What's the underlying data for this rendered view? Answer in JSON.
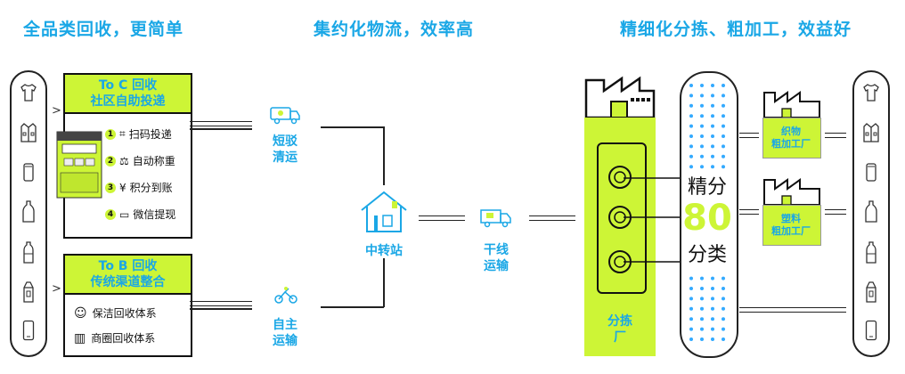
{
  "headers": {
    "left": "全品类回收，更简单",
    "middle": "集约化物流，效率高",
    "right": "精细化分拣、粗加工，效益好"
  },
  "left_capsule_items": [
    "t-shirt-icon",
    "jacket-icon",
    "can-icon",
    "bottle-icon",
    "plastic-bottle-icon",
    "milk-carton-icon",
    "phone-icon"
  ],
  "right_capsule_items": [
    "t-shirt-icon",
    "jacket-icon",
    "can-icon",
    "bottle-icon",
    "plastic-bottle-icon",
    "milk-carton-icon",
    "phone-icon"
  ],
  "toc_box": {
    "title_line1": "To C 回收",
    "title_line2": "社区自助投递",
    "steps": [
      {
        "num": "1",
        "label": "扫码投递",
        "icon": "scan-icon"
      },
      {
        "num": "2",
        "label": "自动称重",
        "icon": "scale-icon"
      },
      {
        "num": "3",
        "label": "积分到账",
        "icon": "yen-icon"
      },
      {
        "num": "4",
        "label": "微信提现",
        "icon": "wallet-icon"
      }
    ]
  },
  "tob_box": {
    "title_line1": "To B 回收",
    "title_line2": "传统渠道整合",
    "items": [
      {
        "label": "保洁回收体系",
        "icon": "cleaner-icon"
      },
      {
        "label": "商圈回收体系",
        "icon": "buildings-icon"
      }
    ]
  },
  "logistics": {
    "short": "短驳\n清运",
    "short_line1": "短驳",
    "short_line2": "清运",
    "self_line1": "自主",
    "self_line2": "运输",
    "hub": "中转站",
    "trunk_line1": "干线",
    "trunk_line2": "运输"
  },
  "sorting": {
    "plant_line1": "分拣",
    "plant_line2": "厂",
    "fine_top": "精分",
    "fine_num": "80",
    "fine_bottom": "分类"
  },
  "processing": {
    "textile_line1": "织物",
    "textile_line2": "粗加工厂",
    "plastic_line1": "塑料",
    "plastic_line2": "粗加工厂"
  },
  "colors": {
    "accent_blue": "#1aa7e6",
    "accent_green": "#cdf536",
    "dots": "#33aaff"
  }
}
